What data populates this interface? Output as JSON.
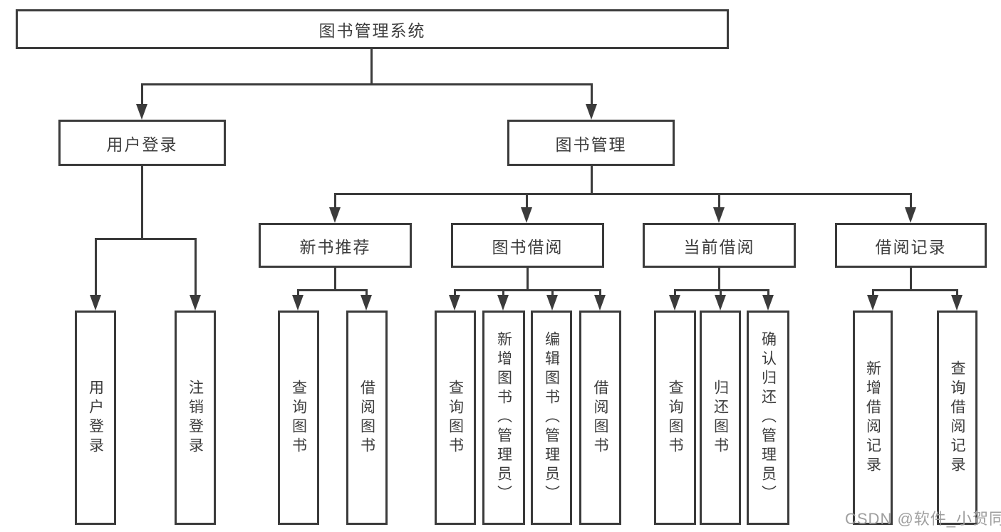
{
  "diagram": {
    "type": "hierarchy-tree",
    "root": {
      "label": "图书管理系统"
    },
    "level1": [
      {
        "label": "用户登录",
        "children": [
          "用户登录",
          "注销登录"
        ]
      },
      {
        "label": "图书管理",
        "children": [
          "新书推荐",
          "图书借阅",
          "当前借阅",
          "借阅记录"
        ]
      }
    ],
    "level2": [
      {
        "label": "新书推荐",
        "parent": "图书管理",
        "children": [
          "查询图书",
          "借阅图书"
        ]
      },
      {
        "label": "图书借阅",
        "parent": "图书管理",
        "children": [
          "查询图书",
          "新增图书（管理员）",
          "编辑图书（管理员）",
          "借阅图书"
        ]
      },
      {
        "label": "当前借阅",
        "parent": "图书管理",
        "children": [
          "查询图书",
          "归还图书",
          "确认归还（管理员）"
        ]
      },
      {
        "label": "借阅记录",
        "parent": "图书管理",
        "children": [
          "新增借阅记录",
          "查询借阅记录"
        ]
      }
    ],
    "leaves": [
      {
        "label": "用户登录",
        "parent": "用户登录"
      },
      {
        "label": "注销登录",
        "parent": "用户登录"
      },
      {
        "label": "查询图书",
        "parent": "新书推荐"
      },
      {
        "label": "借阅图书",
        "parent": "新书推荐"
      },
      {
        "label": "查询图书",
        "parent": "图书借阅"
      },
      {
        "label": "新增图书（管理员）",
        "parent": "图书借阅"
      },
      {
        "label": "编辑图书（管理员）",
        "parent": "图书借阅"
      },
      {
        "label": "借阅图书",
        "parent": "图书借阅"
      },
      {
        "label": "查询图书",
        "parent": "当前借阅"
      },
      {
        "label": "归还图书",
        "parent": "当前借阅"
      },
      {
        "label": "确认归还（管理员）",
        "parent": "当前借阅"
      },
      {
        "label": "新增借阅记录",
        "parent": "借阅记录"
      },
      {
        "label": "查询借阅记录",
        "parent": "借阅记录"
      }
    ]
  },
  "watermark": {
    "text": "CSDN @软件_小贺同学"
  },
  "colors": {
    "line": "#3b3b3b",
    "box_border": "#3b3b3b",
    "text": "#3d3d3d",
    "background": "#ffffff",
    "watermark": "#9a9a9a"
  }
}
